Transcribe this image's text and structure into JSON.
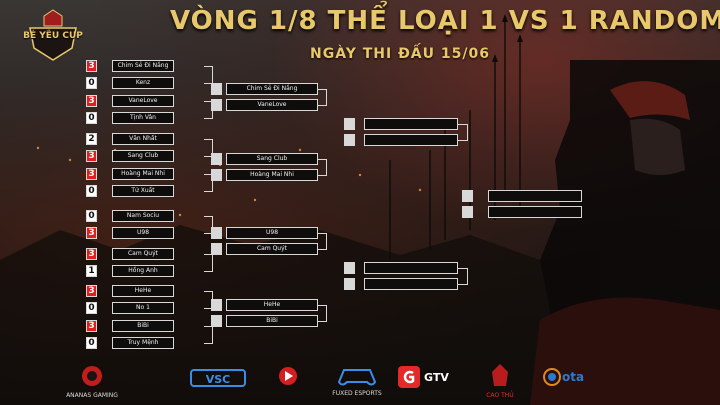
{
  "header": {
    "title": "VÒNG 1/8 THỂ LOẠI 1 VS 1 RANDOM",
    "subtitle": "NGÀY THI ĐẤU 15/06",
    "logo_text": "BÉ YÊU CUP"
  },
  "round1": [
    {
      "p1": {
        "score": "3",
        "name": "Chim Sẻ Đi Nắng",
        "win": true
      },
      "p2": {
        "score": "0",
        "name": "Kenz",
        "win": false
      }
    },
    {
      "p1": {
        "score": "3",
        "name": "VaneLove",
        "win": true
      },
      "p2": {
        "score": "0",
        "name": "Tịnh Vân",
        "win": false
      }
    },
    {
      "p1": {
        "score": "2",
        "name": "Văn Nhất",
        "win": false
      },
      "p2": {
        "score": "3",
        "name": "Sang Club",
        "win": true
      }
    },
    {
      "p1": {
        "score": "3",
        "name": "Hoàng Mai Nhi",
        "win": true
      },
      "p2": {
        "score": "0",
        "name": "Tử Xuất",
        "win": false
      }
    },
    {
      "p1": {
        "score": "0",
        "name": "Nam Sociu",
        "win": false
      },
      "p2": {
        "score": "3",
        "name": "U98",
        "win": true
      }
    },
    {
      "p1": {
        "score": "3",
        "name": "Cam Quýt",
        "win": true
      },
      "p2": {
        "score": "1",
        "name": "Hồng Anh",
        "win": false
      }
    },
    {
      "p1": {
        "score": "3",
        "name": "HeHe",
        "win": true
      },
      "p2": {
        "score": "0",
        "name": "No 1",
        "win": false
      }
    },
    {
      "p1": {
        "score": "3",
        "name": "BiBi",
        "win": true
      },
      "p2": {
        "score": "0",
        "name": "Truy Mệnh",
        "win": false
      }
    }
  ],
  "round2": [
    {
      "p1": {
        "score": "",
        "name": "Chim Sẻ Đi Nắng"
      },
      "p2": {
        "score": "",
        "name": "VaneLove"
      }
    },
    {
      "p1": {
        "score": "",
        "name": "Sang Club"
      },
      "p2": {
        "score": "",
        "name": "Hoàng Mai Nhi"
      }
    },
    {
      "p1": {
        "score": "",
        "name": "U98"
      },
      "p2": {
        "score": "",
        "name": "Cam Quýt"
      }
    },
    {
      "p1": {
        "score": "",
        "name": "HeHe"
      },
      "p2": {
        "score": "",
        "name": "BiBi"
      }
    }
  ],
  "round3": [
    {
      "p1": {
        "score": "",
        "name": ""
      },
      "p2": {
        "score": "",
        "name": ""
      }
    },
    {
      "p1": {
        "score": "",
        "name": ""
      },
      "p2": {
        "score": "",
        "name": ""
      }
    }
  ],
  "round4": [
    {
      "p1": {
        "score": "",
        "name": ""
      },
      "p2": {
        "score": "",
        "name": ""
      }
    }
  ],
  "sponsors": [
    {
      "icon": "red-shield-logo",
      "label": "ANANAS GAMING"
    },
    {
      "icon": "vsc-logo",
      "label": "VSC"
    },
    {
      "icon": "play-circle-logo",
      "label": ""
    },
    {
      "icon": "gamepad-logo",
      "label": "FUXED ESPORTS"
    },
    {
      "icon": "gtv-logo",
      "label": "GTV"
    },
    {
      "icon": "warrior-logo",
      "label": "CAO THỦ"
    },
    {
      "icon": "ota-logo",
      "label": "ota"
    }
  ],
  "colors": {
    "title": "#e8c86a",
    "win_score": "#e02020",
    "lose_score": "#ffffff",
    "empty_score": "#d8d8d8",
    "name_bg": "#0e0d0c"
  }
}
